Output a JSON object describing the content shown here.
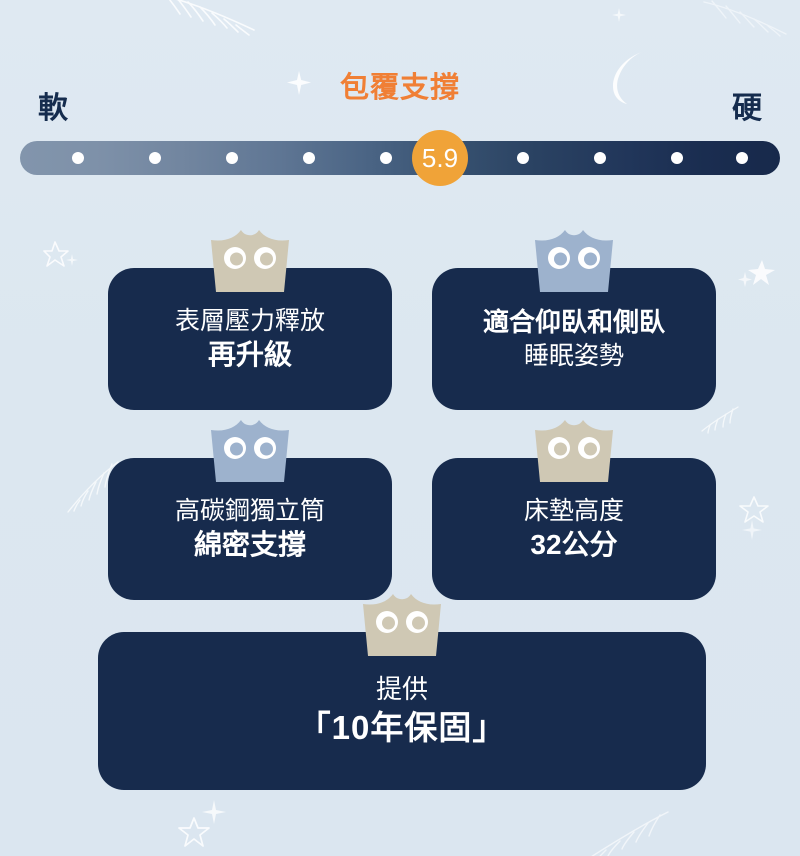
{
  "scale": {
    "title": "包覆支撐",
    "soft_label": "軟",
    "firm_label": "硬",
    "value": "5.9",
    "value_number": 5.9,
    "min": 1,
    "max": 10,
    "tick_count": 9,
    "colors": {
      "title_orange": "#f07f35",
      "badge_orange": "#f0a338",
      "track_soft_end": "#8295ac",
      "track_firm_end": "#17294b",
      "tick_dot": "#ffffff",
      "label_navy": "#152c4e"
    }
  },
  "cards": [
    {
      "id": "card-1",
      "line1": "表層壓力釋放",
      "line2": "再升級",
      "owl_color": "#cfc8b4"
    },
    {
      "id": "card-2",
      "line1": "適合仰臥和側臥",
      "line2": "睡眠姿勢",
      "owl_color": "#9db2cd"
    },
    {
      "id": "card-3",
      "line1": "高碳鋼獨立筒",
      "line2": "綿密支撐",
      "owl_color": "#9db2cd"
    },
    {
      "id": "card-4",
      "line1": "床墊高度",
      "line2": "32公分",
      "owl_color": "#cfc8b4"
    },
    {
      "id": "card-5",
      "line1": "提供",
      "line2": "「10年保固」",
      "owl_color": "#cfc8b4"
    }
  ],
  "theme": {
    "background": "#dde8f1",
    "card_navy": "#172b4d",
    "card_text": "#ffffff"
  },
  "decorations": [
    {
      "name": "feather-top-left",
      "glyph": "feather"
    },
    {
      "name": "star-top-left",
      "glyph": "star"
    },
    {
      "name": "star-top-center",
      "glyph": "star-small"
    },
    {
      "name": "moon-top-right",
      "glyph": "crescent-moon"
    },
    {
      "name": "star-left-upper",
      "glyph": "star"
    },
    {
      "name": "feather-left-middle",
      "glyph": "feather"
    },
    {
      "name": "star-right-upper",
      "glyph": "star"
    },
    {
      "name": "feather-right-middle",
      "glyph": "feather"
    },
    {
      "name": "star-right-lower",
      "glyph": "star"
    },
    {
      "name": "star-bottom-left",
      "glyph": "star"
    },
    {
      "name": "feather-bottom-right",
      "glyph": "feather"
    },
    {
      "name": "feather-top-right",
      "glyph": "feather"
    }
  ]
}
